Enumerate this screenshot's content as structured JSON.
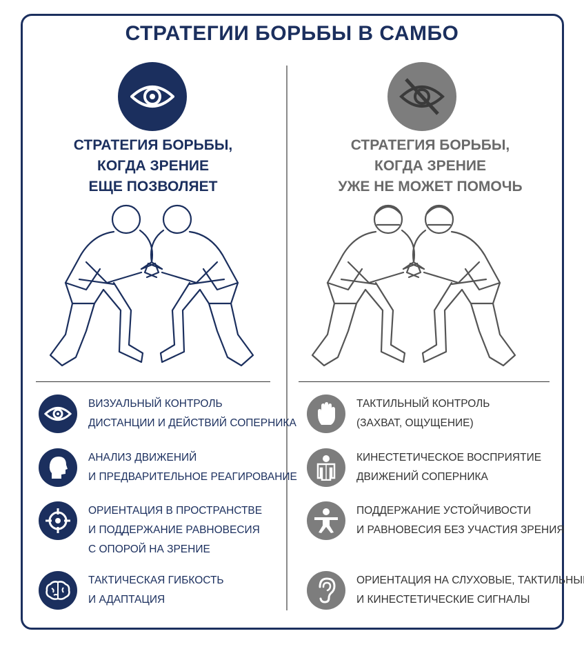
{
  "title": "СТРАТЕГИИ БОРЬБЫ В САМБО",
  "left": {
    "icon": "eye-icon",
    "heading": [
      "СТРАТЕГИЯ БОРЬБЫ,",
      "КОГДА ЗРЕНИЕ",
      "ЕЩЕ ПОЗВОЛЯЕТ"
    ],
    "items": [
      {
        "icon": "eye-icon",
        "lines": [
          "ВИЗУАЛЬНЫЙ КОНТРОЛЬ",
          "ДИСТАНЦИИ И ДЕЙСТВИЙ СОПЕРНИКА"
        ]
      },
      {
        "icon": "head-icon",
        "lines": [
          "АНАЛИЗ ДВИЖЕНИЙ",
          "И ПРЕДВАРИТЕЛЬНОЕ РЕАГИРОВАНИЕ"
        ]
      },
      {
        "icon": "target-icon",
        "lines": [
          "ОРИЕНТАЦИЯ В ПРОСТРАНСТВЕ",
          "И ПОДДЕРЖАНИЕ РАВНОВЕСИЯ",
          "С ОПОРОЙ НА ЗРЕНИЕ"
        ]
      },
      {
        "icon": "brain-icon",
        "lines": [
          "ТАКТИЧЕСКАЯ ГИБКОСТЬ",
          "И АДАПТАЦИЯ"
        ]
      }
    ]
  },
  "right": {
    "icon": "eye-crossed-icon",
    "heading": [
      "СТРАТЕГИЯ БОРЬБЫ,",
      "КОГДА ЗРЕНИЕ",
      "УЖЕ НЕ МОЖЕТ ПОМОЧЬ"
    ],
    "items": [
      {
        "icon": "hand-icon",
        "lines": [
          "ТАКТИЛЬНЫЙ КОНТРОЛЬ",
          "(ЗАХВАТ, ОЩУЩЕНИЕ)"
        ]
      },
      {
        "icon": "body-icon",
        "lines": [
          "КИНЕСТЕТИЧЕСКОЕ ВОСПРИЯТИЕ",
          "ДВИЖЕНИЙ СОПЕРНИКА"
        ]
      },
      {
        "icon": "balance-icon",
        "lines": [
          "ПОДДЕРЖАНИЕ УСТОЙЧИВОСТИ",
          "И РАВНОВЕСИЯ БЕЗ УЧАСТИЯ ЗРЕНИЯ"
        ]
      },
      {
        "icon": "ear-icon",
        "lines": [
          "ОРИЕНТАЦИЯ НА СЛУХОВЫЕ, ТАКТИЛЬНЫЕ",
          "И КИНЕСТЕТИЧЕСКИЕ СИГНАЛЫ"
        ]
      }
    ]
  },
  "colors": {
    "navy": "#1b2f5e",
    "gray": "#7d7d7d"
  }
}
